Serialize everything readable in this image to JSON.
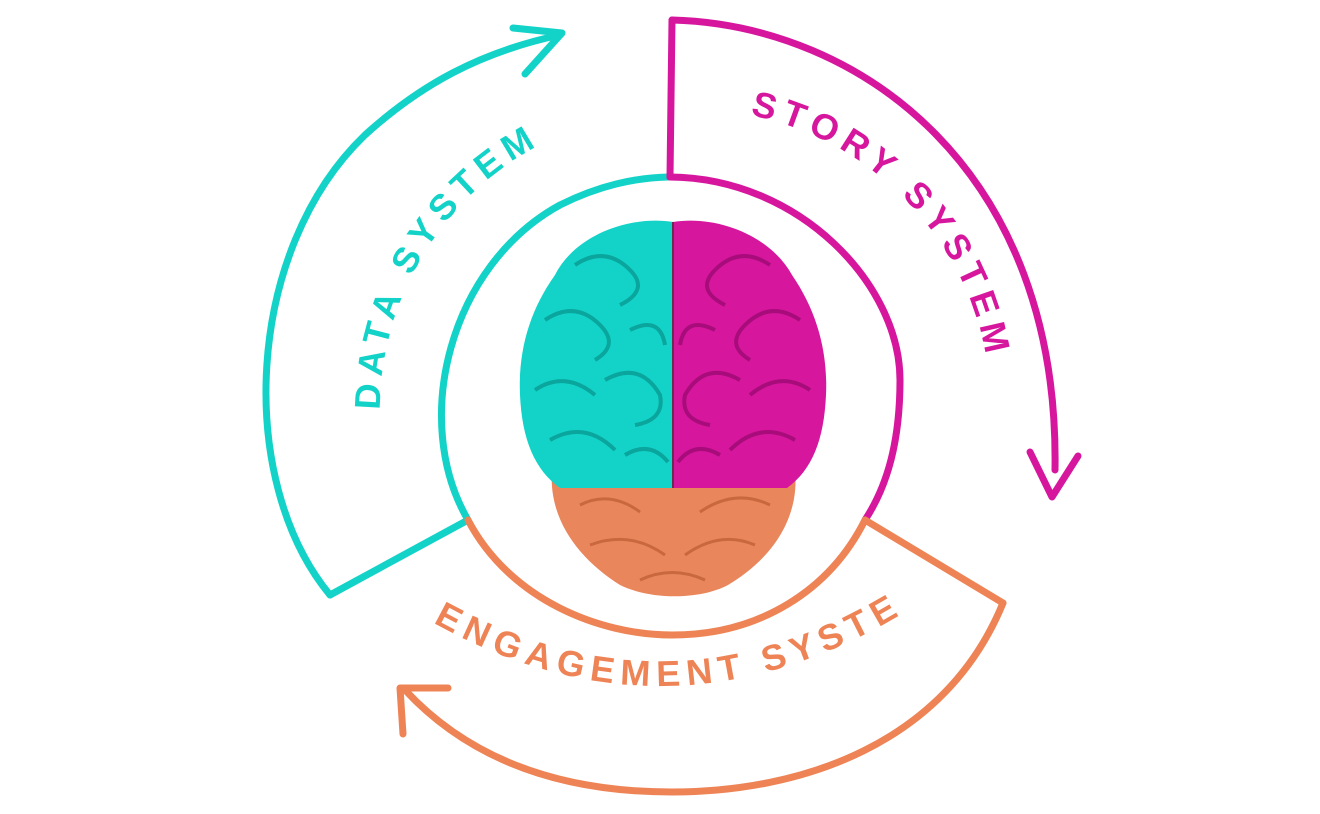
{
  "labels": {
    "data": "DATA SYSTEM",
    "story": "STORY SYSTEM",
    "engagement": "ENGAGEMENT SYSTEM"
  },
  "colors": {
    "data": "#13d3c8",
    "story": "#d6179e",
    "engagement": "#ee8456",
    "background": "#ffffff"
  },
  "icons": {
    "center": "brain-icon"
  }
}
